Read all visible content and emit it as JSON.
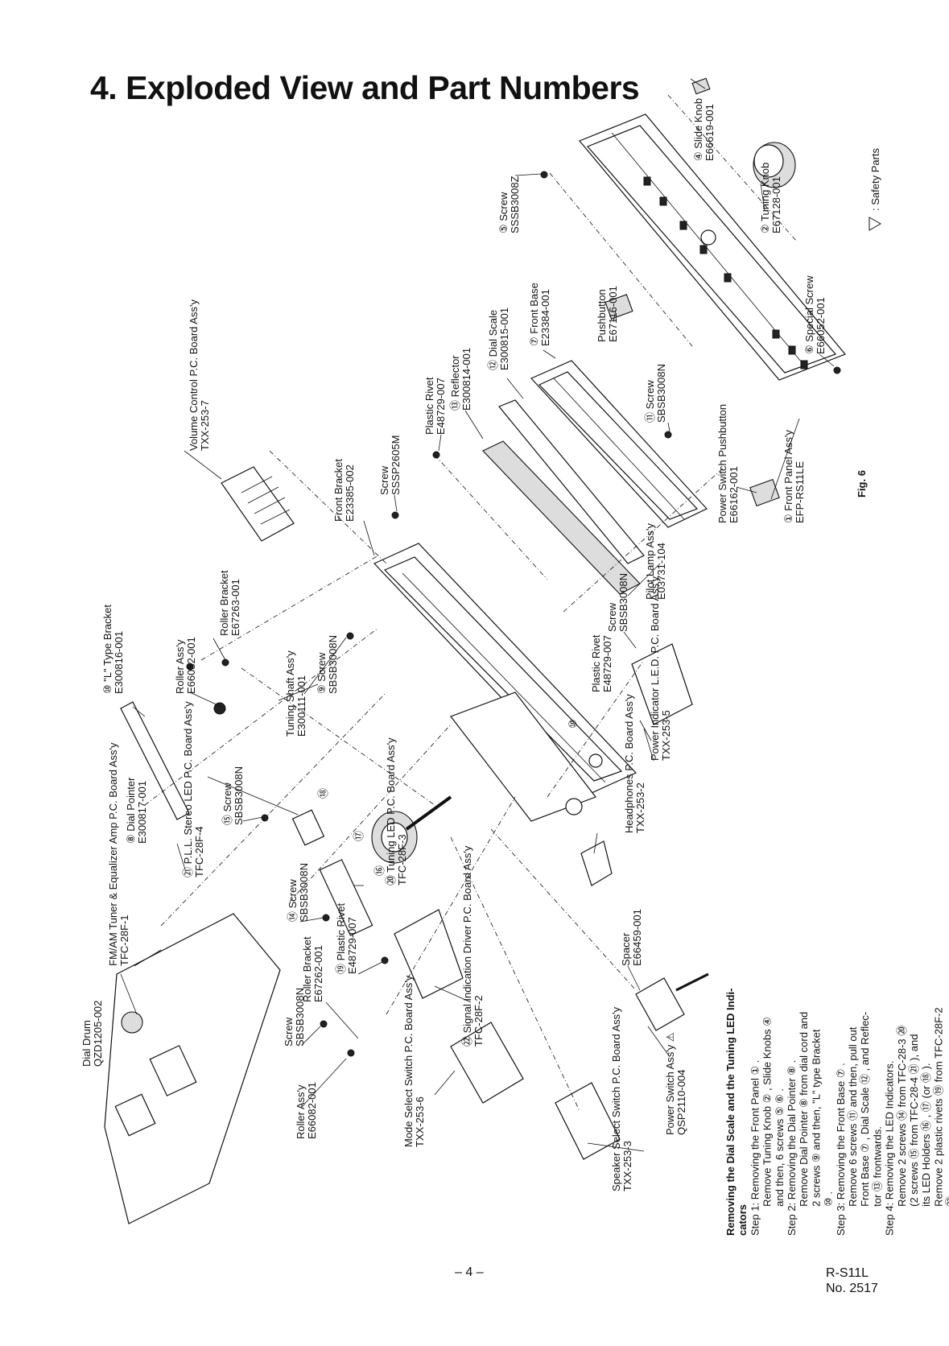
{
  "title": "4. Exploded View and Part Numbers",
  "figure": "Fig. 6",
  "page_number": "– 4 –",
  "model": "R-S11L",
  "document_no": "No. 2517",
  "safety_legend": ": Safety Parts",
  "parts": [
    {
      "n": "④",
      "name": "Slide Knob",
      "num": "E66619-001"
    },
    {
      "n": "②",
      "name": "Tuning Knob",
      "num": "E67128-001"
    },
    {
      "n": "⑤",
      "name": "Screw",
      "num": "SSSB3008Z"
    },
    {
      "n": "⑦",
      "name": "Front Base",
      "num": "E23384-001"
    },
    {
      "n": "⑫",
      "name": "Dial Scale",
      "num": "E300815-001"
    },
    {
      "n": "⑬",
      "name": "Reflector",
      "num": "E300814-001"
    },
    {
      "n": "",
      "name": "Plastic Rivet",
      "num": "E48729-007"
    },
    {
      "n": "",
      "name": "Volume Control P.C. Board Ass'y",
      "num": "TXX-253-7"
    },
    {
      "n": "",
      "name": "Pushbutton",
      "num": "E67116-001"
    },
    {
      "n": "⑥",
      "name": "Special Screw",
      "num": "E66052-001"
    },
    {
      "n": "⑪",
      "name": "Screw",
      "num": "SBSB3008N"
    },
    {
      "n": "",
      "name": "Front Bracket",
      "num": "E23385-002"
    },
    {
      "n": "",
      "name": "Screw",
      "num": "SSSP2605M"
    },
    {
      "n": "",
      "name": "Power Switch Pushbutton",
      "num": "E66162-001"
    },
    {
      "n": "①",
      "name": "Front Panel Ass'y",
      "num": "EFP-RS11LE"
    },
    {
      "n": "",
      "name": "Pilot Lamp Ass'y",
      "num": "E03731-104"
    },
    {
      "n": "",
      "name": "Screw",
      "num": "SBSB3008N"
    },
    {
      "n": "",
      "name": "Roller Bracket",
      "num": "E67263-001"
    },
    {
      "n": "⑩",
      "name": "\"L\" Type Bracket",
      "num": "E300816-001"
    },
    {
      "n": "",
      "name": "Roller Ass'y",
      "num": "E66082-001"
    },
    {
      "n": "⑨",
      "name": "Screw",
      "num": "SBSB3008N"
    },
    {
      "n": "",
      "name": "Tuning Shaft Ass'y",
      "num": "E300111-001"
    },
    {
      "n": "",
      "name": "Plastic Rivet",
      "num": "E48729-007"
    },
    {
      "n": "",
      "name": "Power Indicator L.E.D. P.C. Board Ass'y",
      "num": "TXX-253-5"
    },
    {
      "n": "",
      "name": "Headphones P.C. Board Ass'y",
      "num": "TXX-253-2"
    },
    {
      "n": "⑧",
      "name": "Dial Pointer",
      "num": "E300817-001"
    },
    {
      "n": "㉑",
      "name": "P.L.L. Stereo LED P.C. Board Ass'y",
      "num": "TFC-28F-4"
    },
    {
      "n": "⑮",
      "name": "Screw",
      "num": "SBSB3008N"
    },
    {
      "n": "⑳",
      "name": "Tuning LED P.C. Board Ass'y",
      "num": "TFC-28F-3"
    },
    {
      "n": "",
      "name": "FM/AM Tuner & Equalizer Amp P.C. Board Ass'y",
      "num": "TFC-28F-1"
    },
    {
      "n": "",
      "name": "Dial Drum",
      "num": "QZD1205-002"
    },
    {
      "n": "⑭",
      "name": "Screw",
      "num": "SBSB3008N"
    },
    {
      "n": "",
      "name": "Roller Bracket",
      "num": "E67262-001"
    },
    {
      "n": "⑲",
      "name": "Plastic Rivet",
      "num": "E48729-007"
    },
    {
      "n": "㉒",
      "name": "Signal Indication Driver P.C. Board Ass'y",
      "num": "TFC-28F-2"
    },
    {
      "n": "",
      "name": "Spacer",
      "num": "E66459-001"
    },
    {
      "n": "",
      "name": "Screw",
      "num": "SBSB3008N"
    },
    {
      "n": "",
      "name": "Roller Ass'y",
      "num": "E66082-001"
    },
    {
      "n": "",
      "name": "Mode Select Switch P.C. Board Ass'y",
      "num": "TXX-253-6"
    },
    {
      "n": "",
      "name": "Power Switch Ass'y ⚠",
      "num": "QSP2110-004"
    },
    {
      "n": "",
      "name": "Speaker Select Switch P.C. Board Ass'y",
      "num": "TXX-253-3"
    }
  ],
  "callouts": [
    "⑯",
    "⑰",
    "⑱",
    "⑩"
  ],
  "procedure": [
    {
      "bold": true,
      "text": "Removing the Dial Scale and the Tuning LED Indi-"
    },
    {
      "bold": true,
      "text": "cators"
    },
    {
      "bold": false,
      "text": "Step 1: Removing the Front Panel ① ."
    },
    {
      "bold": false,
      "text": "          Remove Tuning Knob ② , Slide Knobs ④"
    },
    {
      "bold": false,
      "text": "          and then, 6 screws ⑤ ⑥ ."
    },
    {
      "bold": false,
      "text": "Step 2: Removing the Dial Pointer ⑧ ."
    },
    {
      "bold": false,
      "text": "          Remove Dial Pointer ⑧ from dial cord and"
    },
    {
      "bold": false,
      "text": "          2 screws ⑨ and then, \"L\" type Bracket"
    },
    {
      "bold": false,
      "text": "          ⑩ ."
    },
    {
      "bold": false,
      "text": "Step 3: Removing the Front Base ⑦ ."
    },
    {
      "bold": false,
      "text": "          Remove 6 screws ⑪ and then, pull out"
    },
    {
      "bold": false,
      "text": "          Front Base ⑦ , Dial Scale ⑫ , and Reflec-"
    },
    {
      "bold": false,
      "text": "          tor ⑬ frontwards."
    },
    {
      "bold": false,
      "text": "Step 4: Removing the LED Indicators."
    },
    {
      "bold": false,
      "text": "          Remove 2 screws ⑭ from TFC-28-3 ⑳"
    },
    {
      "bold": false,
      "text": "          (2 screws ⑮ from TFC-28-4 ㉑ ), and"
    },
    {
      "bold": false,
      "text": "          its LED Holders ⑯ , ⑰ (or ⑱ )."
    },
    {
      "bold": false,
      "text": "          Remove 2 plastic rivets ⑲ from TFC-28F-2"
    },
    {
      "bold": false,
      "text": "          ㉒ ."
    }
  ]
}
